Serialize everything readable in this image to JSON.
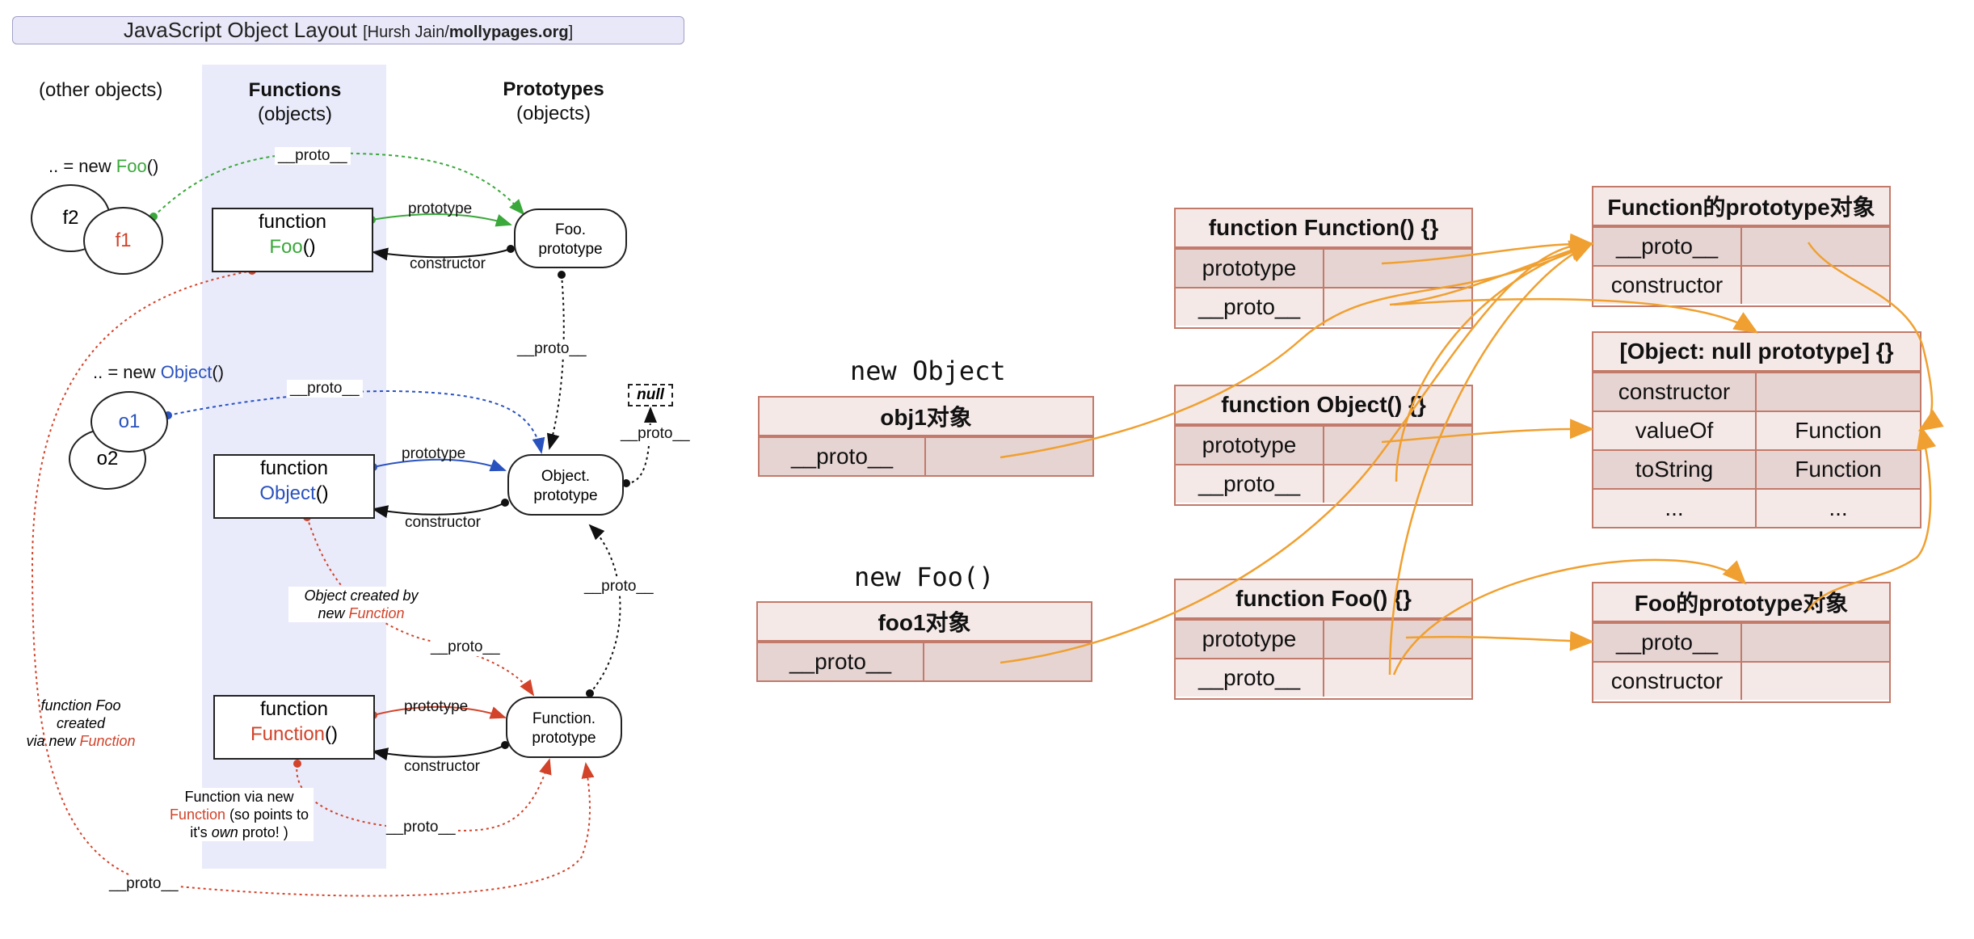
{
  "left": {
    "banner_main": "JavaScript Object Layout",
    "banner_pre": "[Hursh Jain/",
    "banner_bold": "mollypages.org",
    "banner_post": "]",
    "col_other": "(other objects)",
    "col_functions": "Functions",
    "col_functions_sub": "(objects)",
    "col_prototypes": "Prototypes",
    "col_prototypes_sub": "(objects)",
    "new_foo_pre": ".. = new ",
    "new_foo_name": "Foo",
    "new_foo_post": "()",
    "new_object_pre": ".. = new ",
    "new_object_name": "Object",
    "new_object_post": "()",
    "f2": "f2",
    "f1": "f1",
    "o1": "o1",
    "o2": "o2",
    "fn_word": "function",
    "foo_name": "Foo",
    "object_name": "Object",
    "function_name": "Function",
    "parens": "()",
    "foo_proto_l1": "Foo.",
    "foo_proto_l2": "prototype",
    "obj_proto_l1": "Object.",
    "obj_proto_l2": "prototype",
    "fn_proto_l1": "Function.",
    "fn_proto_l2": "prototype",
    "null": "null",
    "proto": "__proto__",
    "prototype": "prototype",
    "constructor": "constructor",
    "obj_created_l1": "Object created by",
    "obj_created_l2_pre": "new ",
    "obj_created_l2_name": "Function",
    "foo_created_l1": "function Foo",
    "foo_created_l2": "created",
    "foo_created_l3_pre": "via new ",
    "foo_created_l3_name": "Function",
    "fnvia_l1": "Function via new",
    "fnvia_l2_name": "Function",
    "fnvia_l2_post": " (so points to",
    "fnvia_l3_pre": "it's ",
    "fnvia_l3_em": "own",
    "fnvia_l3_post": " proto! )"
  },
  "right": {
    "new_object": "new Object",
    "new_foo": "new Foo()",
    "obj1": {
      "title": "obj1对象",
      "rows": [
        [
          "__proto__",
          ""
        ]
      ]
    },
    "foo1": {
      "title": "foo1对象",
      "rows": [
        [
          "__proto__",
          ""
        ]
      ]
    },
    "fn_function": {
      "title": "function Function() {}",
      "rows": [
        [
          "prototype",
          ""
        ],
        [
          "__proto__",
          ""
        ]
      ]
    },
    "fn_object": {
      "title": "function Object() {}",
      "rows": [
        [
          "prototype",
          ""
        ],
        [
          "__proto__",
          ""
        ]
      ]
    },
    "fn_foo": {
      "title": "function Foo() {}",
      "rows": [
        [
          "prototype",
          ""
        ],
        [
          "__proto__",
          ""
        ]
      ]
    },
    "function_proto": {
      "title": "Function的prototype对象",
      "rows": [
        [
          "__proto__",
          ""
        ],
        [
          "constructor",
          ""
        ]
      ]
    },
    "null_proto": {
      "title": "[Object: null prototype] {}",
      "rows": [
        [
          "constructor",
          ""
        ],
        [
          "valueOf",
          "Function"
        ],
        [
          "toString",
          "Function"
        ],
        [
          "...",
          "..."
        ]
      ]
    },
    "foo_proto": {
      "title": "Foo的prototype对象",
      "rows": [
        [
          "__proto__",
          ""
        ],
        [
          "constructor",
          ""
        ]
      ]
    }
  },
  "colors": {
    "green": "#3aa83a",
    "blue": "#2a52be",
    "red": "#d2432a",
    "orange": "#f0a030",
    "table_border": "#c27a6a",
    "table_header": "#f5e9e8",
    "table_shade": "#e6d4d2",
    "band": "#e9ebfb"
  }
}
